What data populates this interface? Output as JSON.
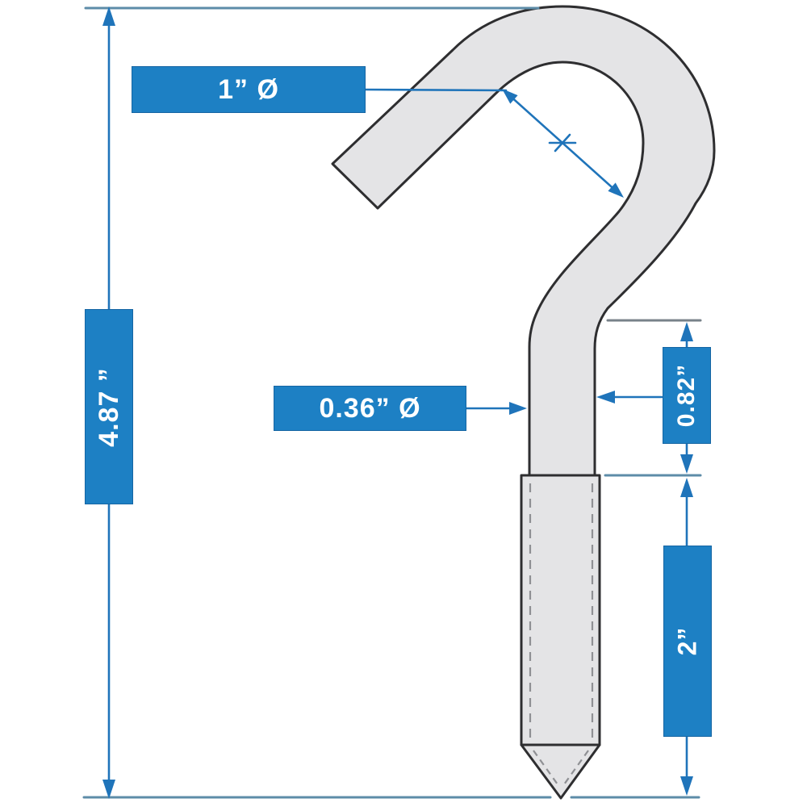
{
  "diagram": {
    "subject": "screw-hook dimension drawing",
    "labels": {
      "hook_diameter": "1” Ø",
      "overall_length": "4.87 ”",
      "shank_diameter": "0.36” Ø",
      "opening_height": "0.82”",
      "thread_length": "2”"
    },
    "colors": {
      "accent_blue": "#1d80c4",
      "accent_blue_dark": "#1565a3",
      "dimension_blue": "#1f74ba",
      "extension_line": "#5d8ca8",
      "extension_line_gray": "#78828a",
      "part_fill": "#e4e4e6",
      "part_outline": "#2e2e30",
      "dash_gray": "#8f9094",
      "label_text": "#ffffff"
    }
  }
}
